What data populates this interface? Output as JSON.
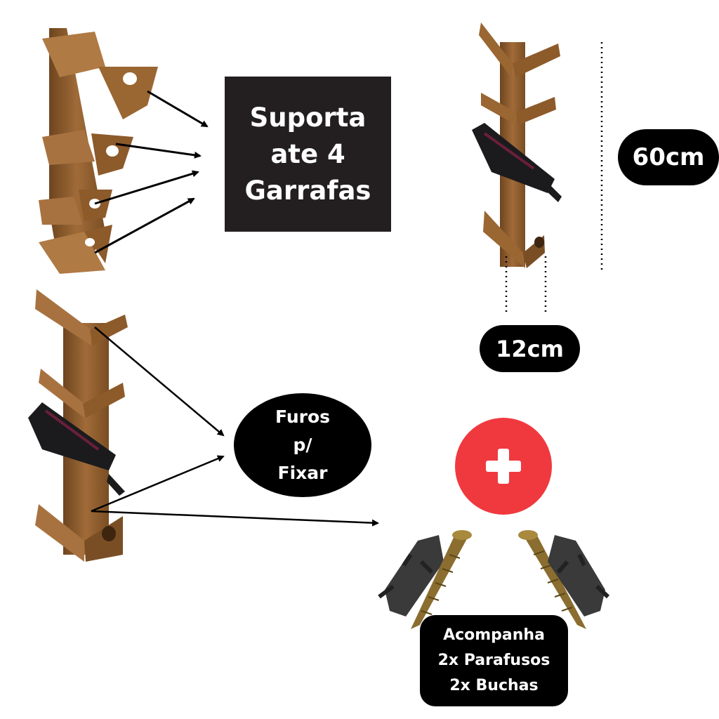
{
  "capacity_box": {
    "lines": [
      "Suporta",
      "ate 4",
      "Garrafas"
    ]
  },
  "height_label": "60cm",
  "width_label": "12cm",
  "holes_label": {
    "lines": [
      "Furos",
      "p/",
      "Fixar"
    ]
  },
  "plus_badge": {
    "icon": "plus-icon",
    "color": "#f0393f"
  },
  "included_box": {
    "lines": [
      "Acompanha",
      "2x Parafusos",
      "2x Buchas"
    ]
  },
  "colors": {
    "wood": "#8a5a2b",
    "wood_light": "#b07a44",
    "wood_dark": "#5c3a1a",
    "bottle": "#1b1b1d"
  }
}
